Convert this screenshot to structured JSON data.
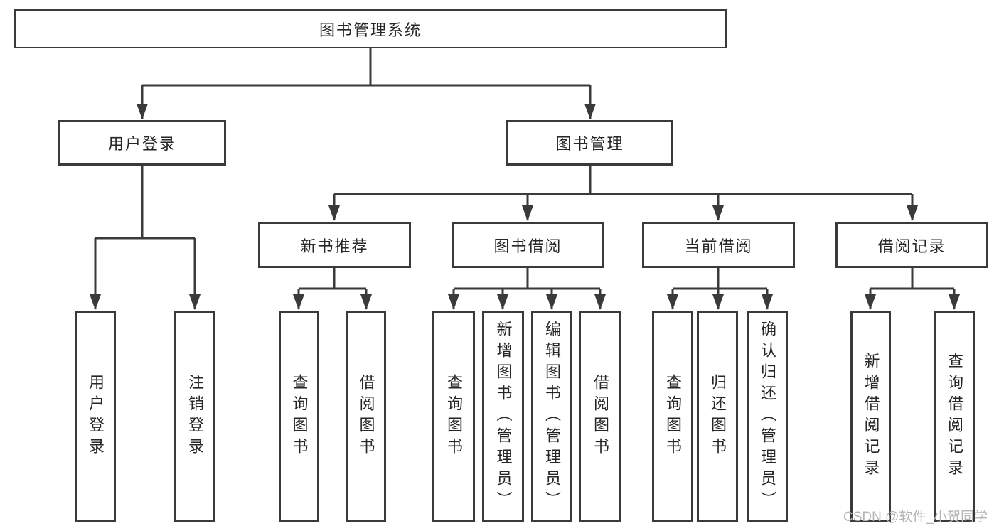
{
  "diagram": {
    "root": {
      "label": "图书管理系统"
    },
    "level2": [
      {
        "label": "用户登录"
      },
      {
        "label": "图书管理"
      }
    ],
    "level3": [
      {
        "label": "新书推荐"
      },
      {
        "label": "图书借阅"
      },
      {
        "label": "当前借阅"
      },
      {
        "label": "借阅记录"
      }
    ],
    "leaves": {
      "user_login": [
        "用户登录",
        "注销登录"
      ],
      "new_book_recommend": [
        "查询图书",
        "借阅图书"
      ],
      "book_borrow": [
        "查询图书",
        "新增图书（管理员）",
        "编辑图书（管理员）",
        "借阅图书"
      ],
      "current_borrow": [
        "查询图书",
        "归还图书",
        "确认归还（管理员）"
      ],
      "borrow_record": [
        "新增借阅记录",
        "查询借阅记录"
      ]
    }
  },
  "watermark": {
    "text": "CSDN @软件_小贺同学"
  },
  "colors": {
    "line": "#3a3a3a",
    "text": "#262626",
    "watermark": "#b4b4b4",
    "background": "#ffffff"
  }
}
